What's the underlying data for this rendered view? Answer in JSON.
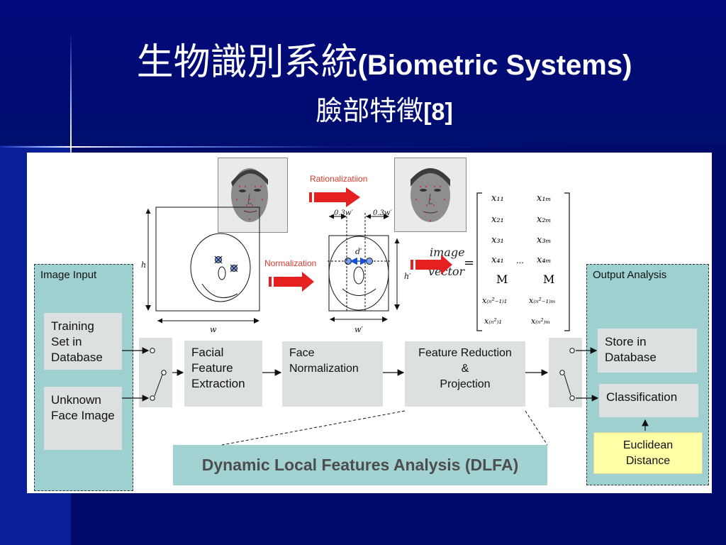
{
  "slide": {
    "title_cjk": "生物識別系統",
    "title_en": "(Biometric Systems)",
    "subtitle_cjk": "臉部特徵",
    "subtitle_ref": "[8]"
  },
  "diagram": {
    "image_input": {
      "title": "Image Input",
      "training": "Training Set in Database",
      "unknown": "Unknown Face Image"
    },
    "pipeline": {
      "facial": "Facial Feature Extraction",
      "face_norm": "Face Normalization",
      "feature_reduction": "Feature Reduction",
      "amp": "&",
      "projection": "Projection"
    },
    "output_analysis": {
      "title": "Output Analysis",
      "store": "Store in Database",
      "classification": "Classification",
      "euclid_1": "Euclidean",
      "euclid_2": "Distance"
    },
    "dlfa": "Dynamic Local Features Analysis (DLFA)",
    "labels": {
      "rationalization": "Rationalizatiion",
      "normalization": "Normalization",
      "image": "image",
      "vector": "vector",
      "h": "h",
      "w": "w",
      "h_prime": "h′",
      "w_prime": "w′",
      "d_prime": "d′",
      "w03_left": "0.3w′",
      "w03_right": "0.3w′",
      "equals": "=",
      "dots": "...",
      "M1": "M",
      "M2": "M"
    },
    "matrix": {
      "r1c1": "x₁₁",
      "r1c2": "x₁ₘ",
      "r2c1": "x₂₁",
      "r2c2": "x₂ₘ",
      "r3c1": "x₃₁",
      "r3c2": "x₃ₘ",
      "r4c1": "x₄₁",
      "r4c2": "x₄ₘ",
      "r5c1": "x₍ₙ²₋₁₎₁",
      "r5c2": "x₍ₙ²₋₁₎ₘ",
      "r6c1": "x₍ₙ²₎₁",
      "r6c2": "x₍ₙ²₎ₘ"
    },
    "colors": {
      "panel": "#9fd0d0",
      "box": "#dde0e0",
      "euclid": "#ffffa8",
      "arrow_red": "#e52020",
      "slide_bg": "#000a6a"
    }
  }
}
